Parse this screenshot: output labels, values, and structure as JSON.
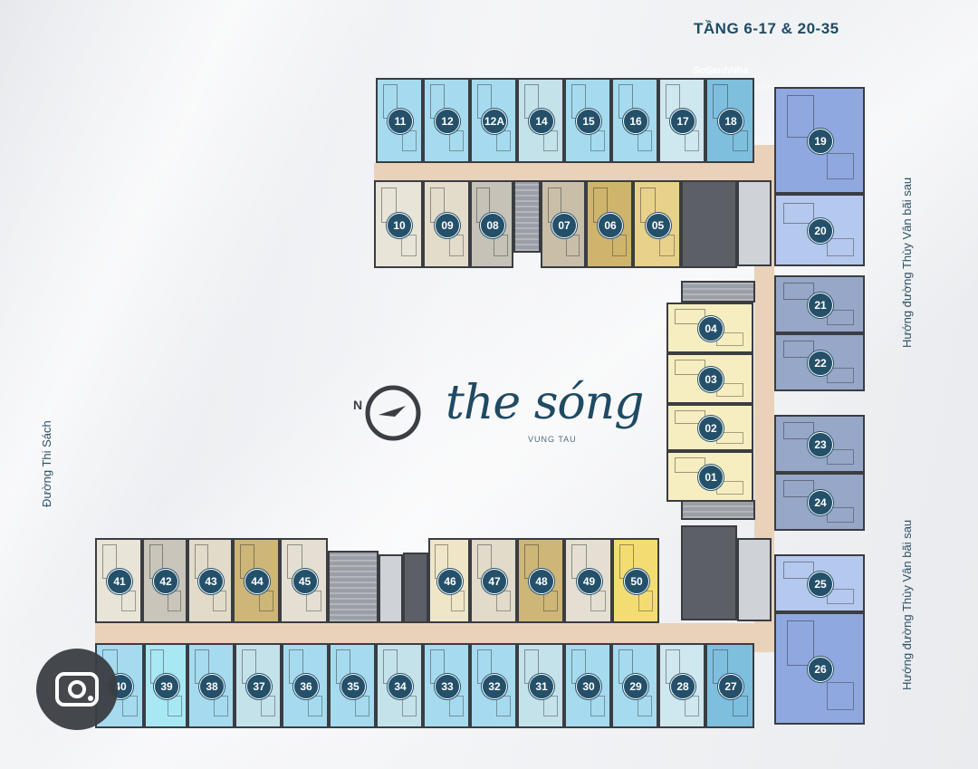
{
  "floor_label": "TẦNG 6-17 & 20-35",
  "watermark": {
    "name": "SoSanhNha",
    "tagline": "Great choice for you"
  },
  "streets": {
    "left": "Đường Thi Sách",
    "right_top": "Hướng đường Thùy Vân bãi sau",
    "right_bottom": "Hướng đường Thùy Vân bãi sau"
  },
  "logo": {
    "title": "the sóng",
    "subtitle": "VUNG TAU"
  },
  "compass_label": "N",
  "colors": {
    "blue_light": "#bfe4f2",
    "blue_mid": "#8ecce6",
    "blue_deep": "#6fb3d8",
    "cyan": "#a8e6f4",
    "beige": "#e8e1d3",
    "taupe": "#c9c4b8",
    "gold": "#d9c27c",
    "yellow": "#f2dc7a",
    "pale_yellow": "#f6eeb8",
    "periwinkle": "#9fb6e3",
    "periwinkle_deep": "#7f9bd3",
    "slate": "#95a5c5",
    "corridor": "#e9d2b9",
    "badge": "#24506a"
  },
  "units": [
    {
      "id": "11",
      "color": "#a6dbef"
    },
    {
      "id": "12",
      "color": "#a6dbef"
    },
    {
      "id": "12A",
      "color": "#a6dbef"
    },
    {
      "id": "14",
      "color": "#c4e2ea"
    },
    {
      "id": "15",
      "color": "#a6dbef"
    },
    {
      "id": "16",
      "color": "#a6dbef"
    },
    {
      "id": "17",
      "color": "#cfe7ee"
    },
    {
      "id": "18",
      "color": "#7fbfde"
    },
    {
      "id": "10",
      "color": "#e8e4d8"
    },
    {
      "id": "09",
      "color": "#e4dccb"
    },
    {
      "id": "08",
      "color": "#c6c2b8"
    },
    {
      "id": "07",
      "color": "#c9bfa8"
    },
    {
      "id": "06",
      "color": "#cfb56c"
    },
    {
      "id": "05",
      "color": "#e8d18a"
    },
    {
      "id": "04",
      "color": "#f6eec0"
    },
    {
      "id": "03",
      "color": "#f6eec0"
    },
    {
      "id": "02",
      "color": "#f6eec0"
    },
    {
      "id": "01",
      "color": "#f6eec0"
    },
    {
      "id": "19",
      "color": "#8fa8e0"
    },
    {
      "id": "20",
      "color": "#b5c8ee"
    },
    {
      "id": "21",
      "color": "#96a7c8"
    },
    {
      "id": "22",
      "color": "#96a7c8"
    },
    {
      "id": "23",
      "color": "#96a7c8"
    },
    {
      "id": "24",
      "color": "#96a7c8"
    },
    {
      "id": "25",
      "color": "#b5c8ee"
    },
    {
      "id": "26",
      "color": "#8fa8e0"
    },
    {
      "id": "41",
      "color": "#e8e4d8"
    },
    {
      "id": "42",
      "color": "#c9c5bb"
    },
    {
      "id": "43",
      "color": "#e2dbca"
    },
    {
      "id": "44",
      "color": "#cdb677"
    },
    {
      "id": "45",
      "color": "#e4dfd2"
    },
    {
      "id": "46",
      "color": "#efe6c8"
    },
    {
      "id": "47",
      "color": "#e2dbca"
    },
    {
      "id": "48",
      "color": "#cdb677"
    },
    {
      "id": "49",
      "color": "#e4dfd2"
    },
    {
      "id": "50",
      "color": "#f3dd72"
    },
    {
      "id": "40",
      "color": "#a6dbef"
    },
    {
      "id": "39",
      "color": "#a8e8f2"
    },
    {
      "id": "38",
      "color": "#a6dbef"
    },
    {
      "id": "37",
      "color": "#c4e2ea"
    },
    {
      "id": "36",
      "color": "#a6dbef"
    },
    {
      "id": "35",
      "color": "#a6dbef"
    },
    {
      "id": "34",
      "color": "#c4e2ea"
    },
    {
      "id": "33",
      "color": "#a6dbef"
    },
    {
      "id": "32",
      "color": "#a6dbef"
    },
    {
      "id": "31",
      "color": "#c4e2ea"
    },
    {
      "id": "30",
      "color": "#a6dbef"
    },
    {
      "id": "29",
      "color": "#a6dbef"
    },
    {
      "id": "28",
      "color": "#cfe7ee"
    },
    {
      "id": "27",
      "color": "#7fbfde"
    }
  ]
}
